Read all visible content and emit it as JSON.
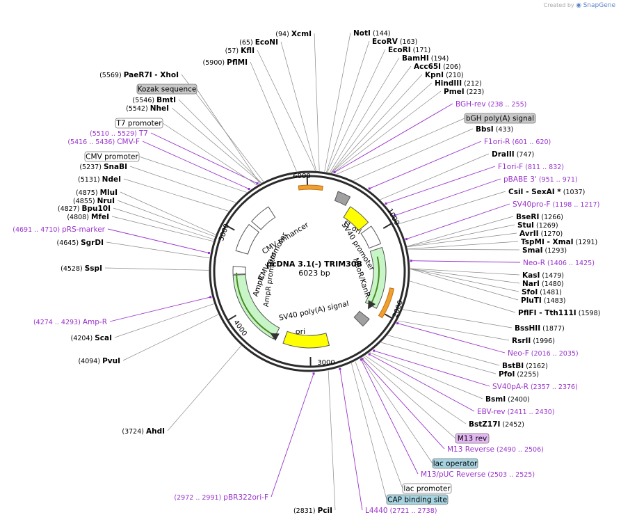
{
  "brand": {
    "created_by": "Created by",
    "logo": "SnapGene"
  },
  "plasmid": {
    "name": "pcDNA 3.1(-) TRIM30B",
    "length": "6023 bp",
    "total_bp": 6023
  },
  "ticks": [
    "1000",
    "2000",
    "3000",
    "4000",
    "5000",
    "6000"
  ],
  "enzymes": [
    {
      "name": "XcmI",
      "pos": "(94)",
      "side": "L"
    },
    {
      "name": "EcoNI",
      "pos": "(65)",
      "side": "L"
    },
    {
      "name": "KflI",
      "pos": "(57)",
      "side": "L"
    },
    {
      "name": "PflMI",
      "pos": "(5900)",
      "side": "L"
    },
    {
      "name": "PaeR7I",
      "pos": "(5569)",
      "side": "L",
      "extra": "- XhoI"
    },
    {
      "name": "BmtI",
      "pos": "(5546)",
      "side": "L"
    },
    {
      "name": "NheI",
      "pos": "(5542)",
      "side": "L"
    },
    {
      "name": "SnaBI",
      "pos": "(5237)",
      "side": "L"
    },
    {
      "name": "NdeI",
      "pos": "(5131)",
      "side": "L"
    },
    {
      "name": "MluI",
      "pos": "(4875)",
      "side": "L"
    },
    {
      "name": "NruI",
      "pos": "(4855)",
      "side": "L"
    },
    {
      "name": "Bpu10I",
      "pos": "(4827)",
      "side": "L"
    },
    {
      "name": "MfeI",
      "pos": "(4808)",
      "side": "L"
    },
    {
      "name": "SgrDI",
      "pos": "(4645)",
      "side": "L"
    },
    {
      "name": "SspI",
      "pos": "(4528)",
      "side": "L"
    },
    {
      "name": "ScaI",
      "pos": "(4204)",
      "side": "L"
    },
    {
      "name": "PvuI",
      "pos": "(4094)",
      "side": "L"
    },
    {
      "name": "AhdI",
      "pos": "(3724)",
      "side": "L"
    },
    {
      "name": "PciI",
      "pos": "(2831)",
      "side": "L"
    },
    {
      "name": "NotI",
      "pos": "(144)",
      "side": "R"
    },
    {
      "name": "EcoRV",
      "pos": "(163)",
      "side": "R"
    },
    {
      "name": "EcoRI",
      "pos": "(171)",
      "side": "R"
    },
    {
      "name": "BamHI",
      "pos": "(194)",
      "side": "R"
    },
    {
      "name": "Acc65I",
      "pos": "(206)",
      "side": "R"
    },
    {
      "name": "KpnI",
      "pos": "(210)",
      "side": "R"
    },
    {
      "name": "HindIII",
      "pos": "(212)",
      "side": "R"
    },
    {
      "name": "PmeI",
      "pos": "(223)",
      "side": "R"
    },
    {
      "name": "BbsI",
      "pos": "(433)",
      "side": "R"
    },
    {
      "name": "DraIII",
      "pos": "(747)",
      "side": "R"
    },
    {
      "name": "CsiI",
      "pos": "(1037)",
      "side": "R",
      "extra": "- SexAI *"
    },
    {
      "name": "BseRI",
      "pos": "(1266)",
      "side": "R"
    },
    {
      "name": "StuI",
      "pos": "(1269)",
      "side": "R"
    },
    {
      "name": "AvrII",
      "pos": "(1270)",
      "side": "R"
    },
    {
      "name": "TspMI",
      "pos": "(1291)",
      "side": "R",
      "extra": "- XmaI"
    },
    {
      "name": "SmaI",
      "pos": "(1293)",
      "side": "R"
    },
    {
      "name": "KasI",
      "pos": "(1479)",
      "side": "R"
    },
    {
      "name": "NarI",
      "pos": "(1480)",
      "side": "R"
    },
    {
      "name": "SfoI",
      "pos": "(1481)",
      "side": "R"
    },
    {
      "name": "PluTI",
      "pos": "(1483)",
      "side": "R"
    },
    {
      "name": "PflFI",
      "pos": "(1598)",
      "side": "R",
      "extra": "- Tth111I"
    },
    {
      "name": "BssHII",
      "pos": "(1877)",
      "side": "R"
    },
    {
      "name": "RsrII",
      "pos": "(1996)",
      "side": "R"
    },
    {
      "name": "BstBI",
      "pos": "(2162)",
      "side": "R"
    },
    {
      "name": "PfoI",
      "pos": "(2255)",
      "side": "R"
    },
    {
      "name": "BsmI",
      "pos": "(2400)",
      "side": "R"
    },
    {
      "name": "BstZ17I",
      "pos": "(2452)",
      "side": "R"
    }
  ],
  "primers": [
    {
      "name": "BGH-rev",
      "range": "(238 .. 255)",
      "side": "R"
    },
    {
      "name": "F1ori-R",
      "range": "(601 .. 620)",
      "side": "R"
    },
    {
      "name": "F1ori-F",
      "range": "(811 .. 832)",
      "side": "R"
    },
    {
      "name": "pBABE 3'",
      "range": "(951 .. 971)",
      "side": "R"
    },
    {
      "name": "SV40pro-F",
      "range": "(1198 .. 1217)",
      "side": "R"
    },
    {
      "name": "Neo-R",
      "range": "(1406 .. 1425)",
      "side": "R"
    },
    {
      "name": "Neo-F",
      "range": "(2016 .. 2035)",
      "side": "R"
    },
    {
      "name": "SV40pA-R",
      "range": "(2357 .. 2376)",
      "side": "R"
    },
    {
      "name": "EBV-rev",
      "range": "(2411 .. 2430)",
      "side": "R"
    },
    {
      "name": "M13 Reverse",
      "range": "(2490 .. 2506)",
      "side": "R"
    },
    {
      "name": "M13/pUC Reverse",
      "range": "(2503 .. 2525)",
      "side": "R"
    },
    {
      "name": "L4440",
      "range": "(2721 .. 2738)",
      "side": "R"
    },
    {
      "name": "T7",
      "range": "(5510 .. 5529)",
      "side": "L"
    },
    {
      "name": "CMV-F",
      "range": "(5416 .. 5436)",
      "side": "L"
    },
    {
      "name": "pRS-marker",
      "range": "(4691 .. 4710)",
      "side": "L"
    },
    {
      "name": "Amp-R",
      "range": "(4274 .. 4293)",
      "side": "L"
    },
    {
      "name": "pBR322ori-F",
      "range": "(2972 .. 2991)",
      "side": "L"
    }
  ],
  "feature_boxes": [
    {
      "label": "Kozak sequence",
      "color": "#c8c8c8"
    },
    {
      "label": "T7 promoter",
      "color": "#ffffff"
    },
    {
      "label": "CMV promoter",
      "color": "#ffffff"
    },
    {
      "label": "bGH poly(A) signal",
      "color": "#c8c8c8"
    },
    {
      "label": "M13 rev",
      "color": "#e3b8f2"
    },
    {
      "label": "lac operator",
      "color": "#a6d3e0"
    },
    {
      "label": "lac promoter",
      "color": "#ffffff"
    },
    {
      "label": "CAP binding site",
      "color": "#a6d3e0"
    }
  ],
  "inner_features": [
    {
      "label": "CMV enhancer"
    },
    {
      "label": "CMV promoter"
    },
    {
      "label": "f1 ori"
    },
    {
      "label": "SV40 promoter"
    },
    {
      "label": "NeoR/KanR"
    },
    {
      "label": "SV40 poly(A) signal"
    },
    {
      "label": "ori"
    },
    {
      "label": "AmpR"
    },
    {
      "label": "AmpR promoter"
    }
  ],
  "colors": {
    "enzyme": "#000000",
    "primer": "#9933cc",
    "position": "#000000",
    "backbone": "#2b2b2b",
    "gene_green": "#c8f5c8",
    "ori_yellow": "#ffff00",
    "insert_orange": "#f0a030"
  }
}
